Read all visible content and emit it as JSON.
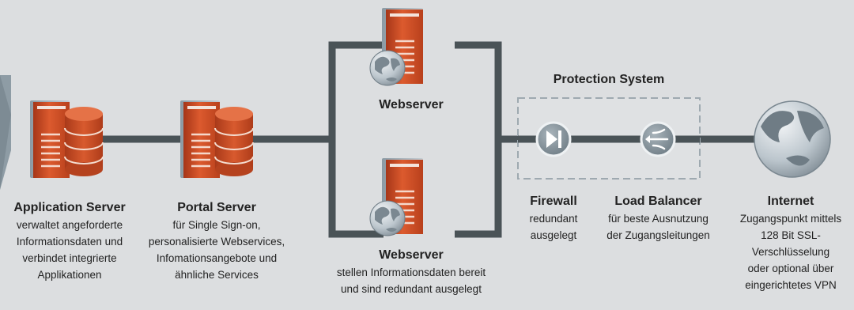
{
  "nodes": {
    "application_server": {
      "title": "Application Server",
      "desc": [
        "verwaltet angeforderte",
        "Informationsdaten und",
        "verbindet integrierte",
        "Applikationen"
      ]
    },
    "portal_server": {
      "title": "Portal Server",
      "desc": [
        "für Single Sign-on,",
        "personalisierte Webservices,",
        "Infomationsangebote und",
        "ähnliche Services"
      ]
    },
    "webserver_top": {
      "title": "Webserver"
    },
    "webserver_bottom": {
      "title": "Webserver",
      "desc": [
        "stellen Informationsdaten bereit",
        "und sind redundant ausgelegt"
      ]
    },
    "firewall": {
      "title": "Firewall",
      "desc": [
        "redundant",
        "ausgelegt"
      ]
    },
    "load_balancer": {
      "title": "Load Balancer",
      "desc": [
        "für beste Ausnutzung",
        "der Zugangsleitungen"
      ]
    },
    "internet": {
      "title": "Internet",
      "desc": [
        "Zugangspunkt mittels",
        "128 Bit SSL-",
        "Verschlüsselung",
        "oder optional über",
        "eingerichtetes VPN"
      ]
    }
  },
  "protection_system": {
    "title": "Protection System"
  },
  "colors": {
    "background": "#dcdee0",
    "connector": "#4a5357",
    "server_orange": "#d2502a",
    "database_orange": "#c94a26",
    "globe": "#b9c3ca",
    "icon_circle": "#8d9aa3",
    "arrow": "#8d9aa3"
  }
}
